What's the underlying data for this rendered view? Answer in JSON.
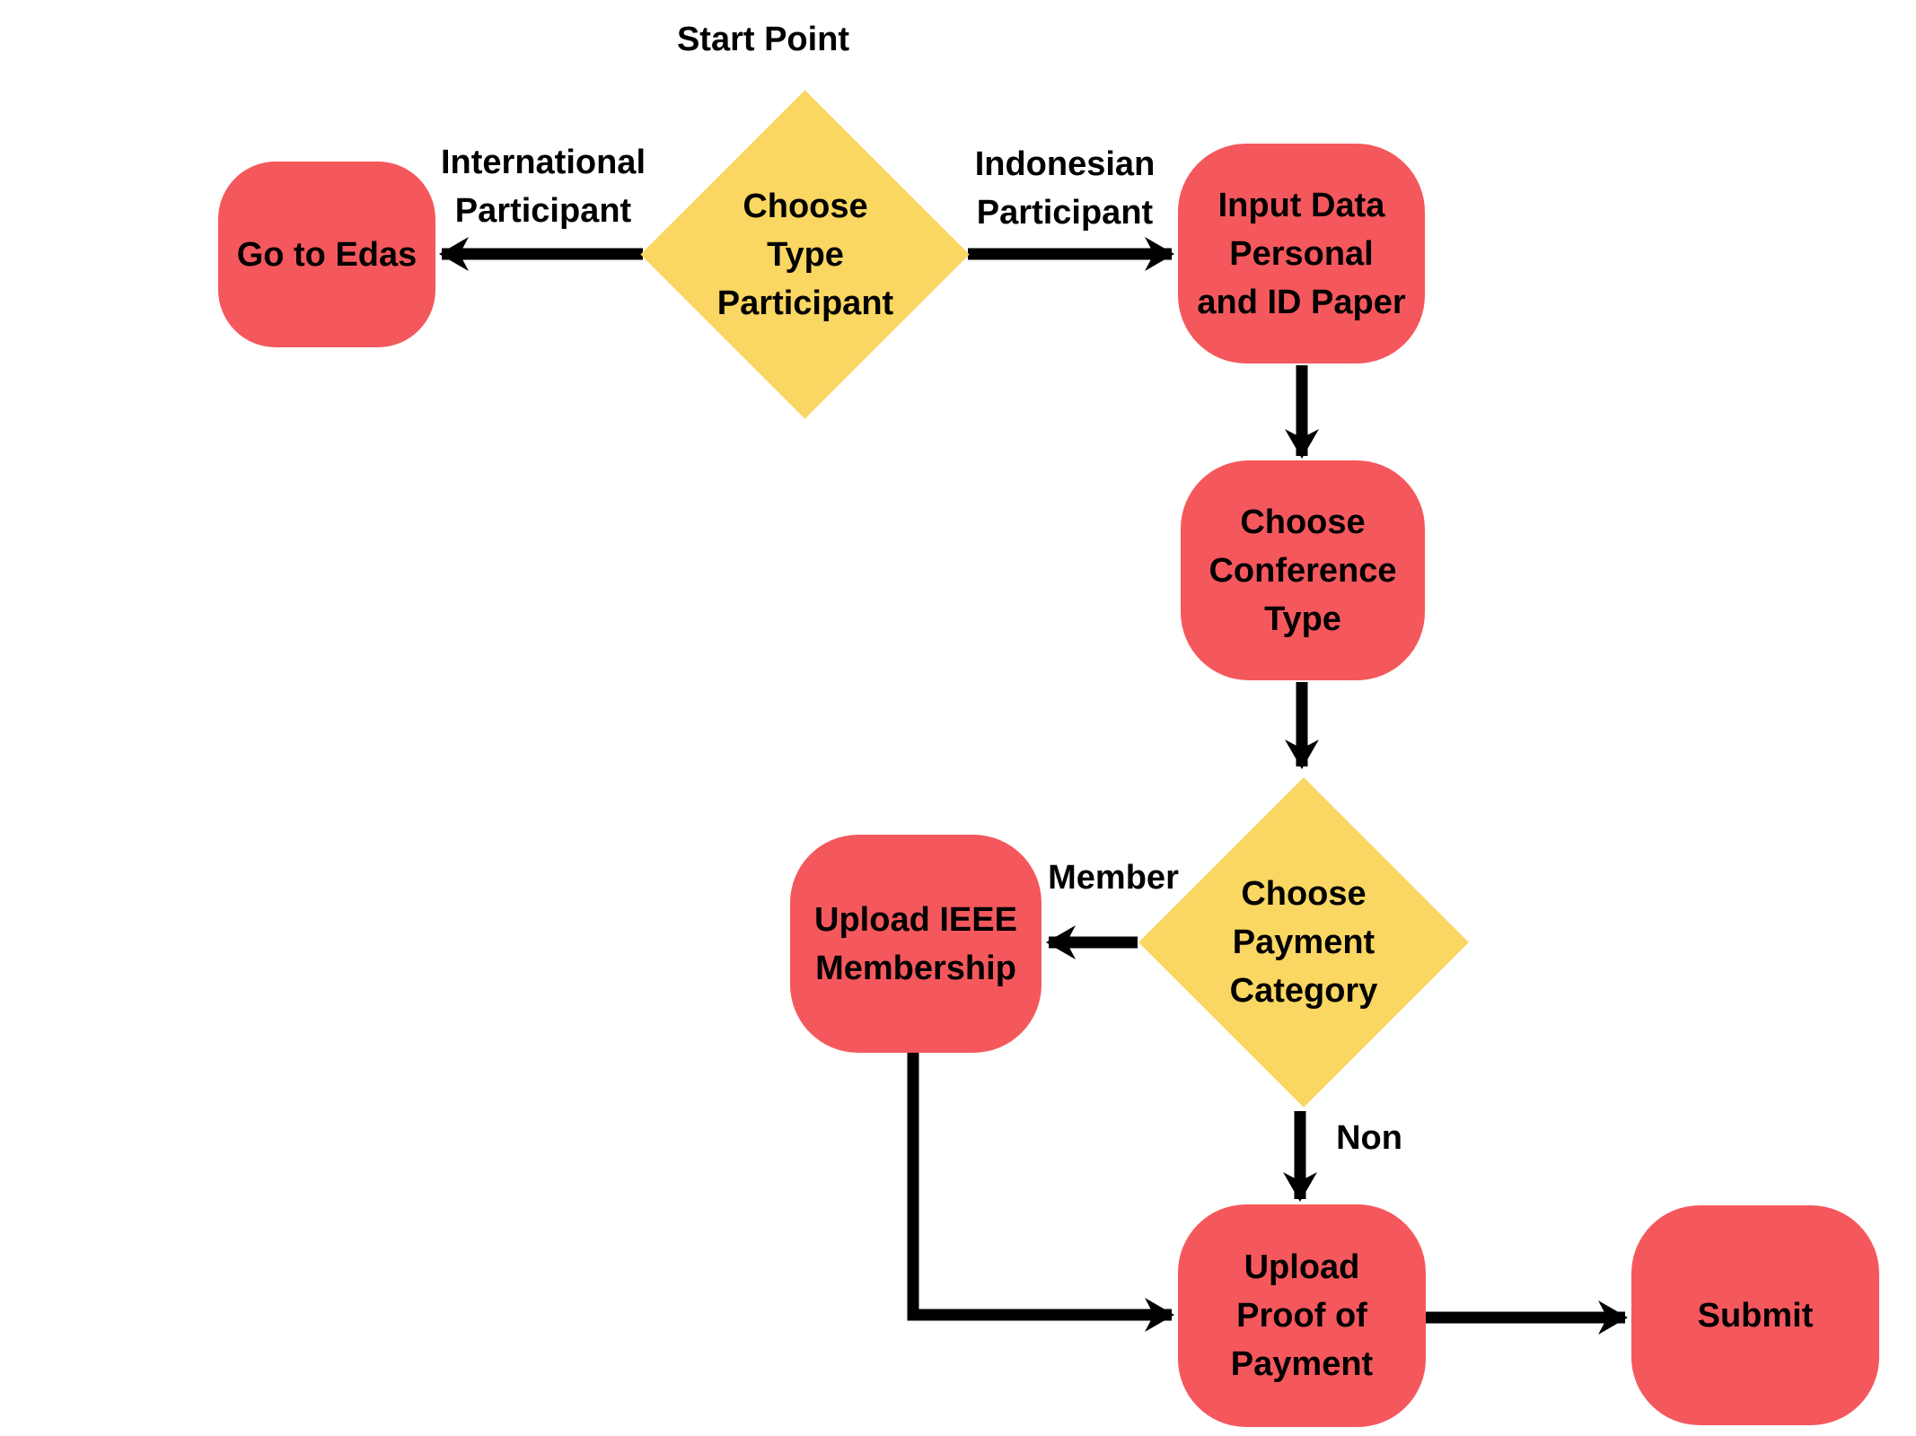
{
  "flowchart": {
    "annotations": {
      "start_point": "Start Point"
    },
    "nodes": {
      "choose_type": {
        "label": "Choose\nType\nParticipant",
        "shape": "decision-diamond"
      },
      "go_to_edas": {
        "label": "Go to Edas",
        "shape": "rounded-rect"
      },
      "input_data": {
        "label": "Input Data\nPersonal\nand ID Paper",
        "shape": "rounded-rect"
      },
      "choose_conference": {
        "label": "Choose\nConference\nType",
        "shape": "rounded-rect"
      },
      "choose_payment": {
        "label": "Choose\nPayment\nCategory",
        "shape": "decision-diamond"
      },
      "upload_ieee": {
        "label": "Upload IEEE\nMembership",
        "shape": "rounded-rect"
      },
      "upload_proof": {
        "label": "Upload\nProof of\nPayment",
        "shape": "rounded-rect"
      },
      "submit": {
        "label": "Submit",
        "shape": "rounded-rect"
      }
    },
    "edges": {
      "international": {
        "label": "International\nParticipant",
        "from": "choose_type",
        "to": "go_to_edas"
      },
      "indonesian": {
        "label": "Indonesian\nParticipant",
        "from": "choose_type",
        "to": "input_data"
      },
      "input_to_conference": {
        "label": "",
        "from": "input_data",
        "to": "choose_conference"
      },
      "conference_to_payment": {
        "label": "",
        "from": "choose_conference",
        "to": "choose_payment"
      },
      "member": {
        "label": "Member",
        "from": "choose_payment",
        "to": "upload_ieee"
      },
      "non": {
        "label": "Non",
        "from": "choose_payment",
        "to": "upload_proof"
      },
      "ieee_to_proof": {
        "label": "",
        "from": "upload_ieee",
        "to": "upload_proof"
      },
      "proof_to_submit": {
        "label": "",
        "from": "upload_proof",
        "to": "submit"
      }
    },
    "colors": {
      "node_red": "#f4585c",
      "node_yellow": "#fad662",
      "connector_black": "#000000",
      "text_black": "#000000",
      "background": "#ffffff"
    }
  }
}
